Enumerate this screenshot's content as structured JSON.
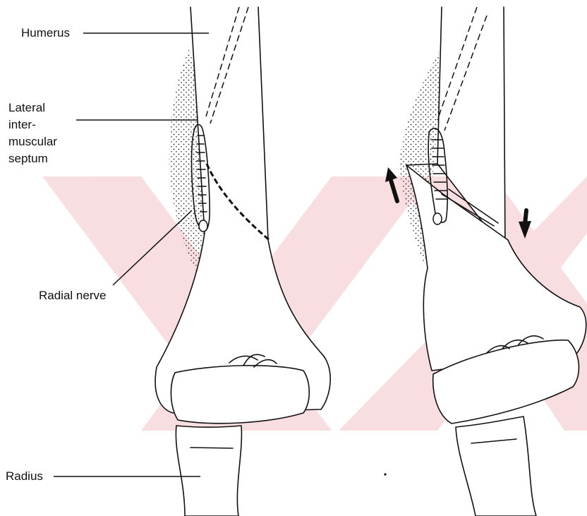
{
  "labels": {
    "humerus": "Humerus",
    "lateral_intermuscular_septum": [
      "Lateral",
      "inter-",
      "muscular",
      "septum"
    ],
    "radial_nerve": "Radial nerve",
    "radius": "Radius"
  },
  "colors": {
    "line": "#111111",
    "background": "#ffffff",
    "watermark": "#f3c4c8"
  }
}
